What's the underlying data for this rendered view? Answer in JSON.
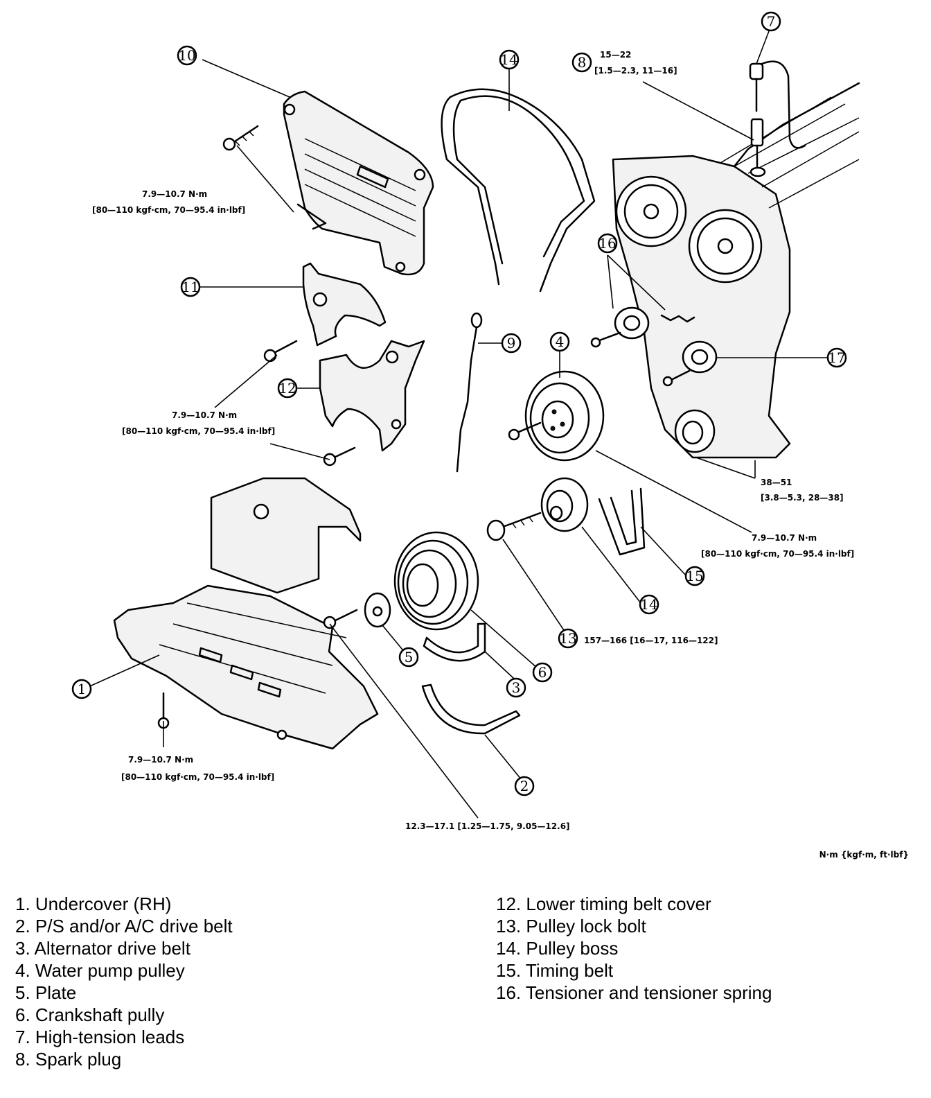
{
  "torque_specs": {
    "cover_upper": [
      "7.9—10.7 N·m",
      "[80—110 kgf·cm, 70—95.4 in·lbf]"
    ],
    "cover_middle": [
      "7.9—10.7 N·m",
      "[80—110 kgf·cm, 70—95.4 in·lbf]"
    ],
    "undercover": [
      "7.9—10.7 N·m",
      "[80—110 kgf·cm, 70—95.4 in·lbf]"
    ],
    "spark_plug": [
      "15—22",
      "[1.5—2.3, 11—16]"
    ],
    "tensioner": [
      "38—51",
      "[3.8—5.3, 28—38]"
    ],
    "water_pump_pulley": [
      "7.9—10.7 N·m",
      "[80—110 kgf·cm, 70—95.4 in·lbf]"
    ],
    "lock_bolt": "157—166 [16—17, 116—122]",
    "plate_bolt": "12.3—17.1 [1.25—1.75, 9.05—12.6]"
  },
  "units_note": "N·m {kgf·m, ft·lbf}",
  "callouts": {
    "c1": "1",
    "c2": "2",
    "c3": "3",
    "c4": "4",
    "c5": "5",
    "c6": "6",
    "c7": "7",
    "c8": "8",
    "c9": "9",
    "c10": "10",
    "c11": "11",
    "c12": "12",
    "c13": "13",
    "c14a": "14",
    "c14b": "14",
    "c15": "15",
    "c16": "16",
    "c17": "17"
  },
  "legend": {
    "left": [
      "1. Undercover (RH)",
      "2. P/S and/or A/C drive belt",
      "3. Alternator drive belt",
      "4. Water pump pulley",
      "5. Plate",
      "6. Crankshaft pully",
      "7. High-tension leads",
      "8. Spark plug"
    ],
    "right": [
      "12. Lower timing belt cover",
      "13. Pulley lock bolt",
      "14. Pulley boss",
      "15. Timing belt",
      "16. Tensioner and tensioner spring"
    ]
  }
}
